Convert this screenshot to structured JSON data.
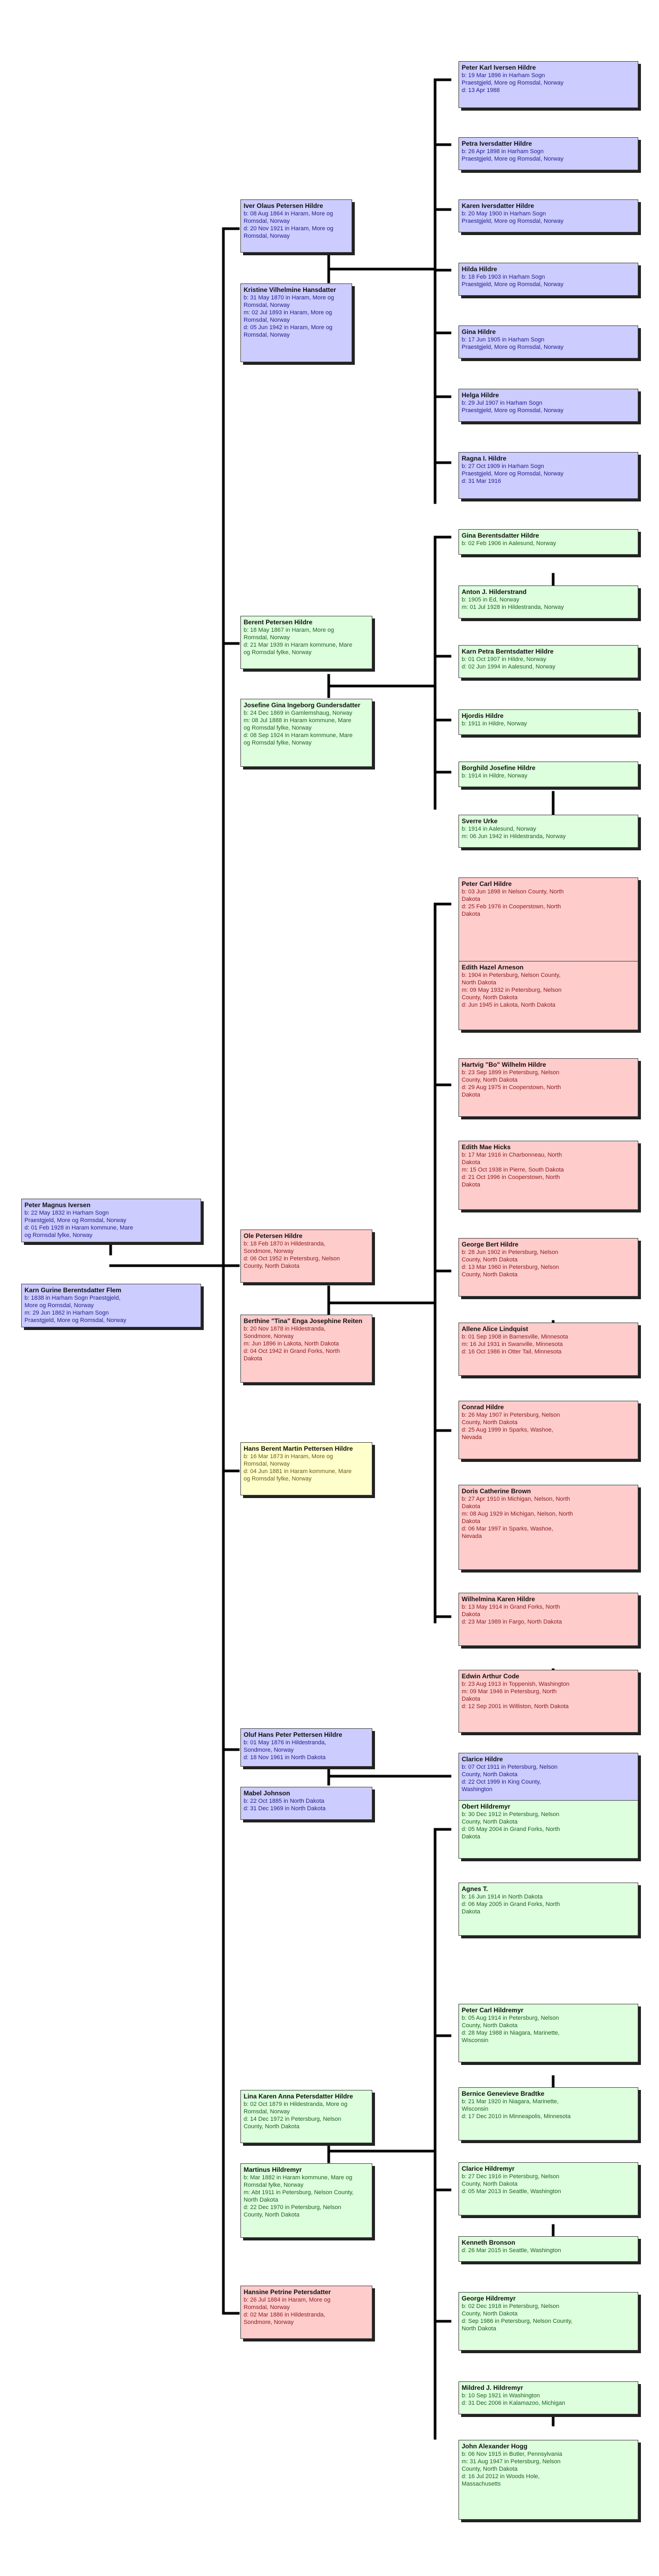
{
  "colors": {
    "blue": "#ccccff",
    "green": "#ddffdd",
    "red": "#ffcccc",
    "yellow": "#ffffcc",
    "line": "#000000"
  },
  "people": [
    {
      "id": "p-peter-magnus",
      "color": "blue",
      "name": "Peter Magnus Iversen",
      "lines": [
        "b: 22 May 1832 in Harham Sogn",
        "Praestgjeld, More og Romsdal, Norway",
        "d: 01 Feb 1928 in Haram kommune, Mare",
        "og Romsdal fylke, Norway"
      ]
    },
    {
      "id": "p-karn-gurine",
      "color": "blue",
      "name": "Karn Gurine Berentsdatter Flem",
      "lines": [
        "b: 1838 in Harham Sogn Praestgjeld,",
        "More og Romsdal, Norway",
        "m: 29 Jun 1862 in Harham Sogn",
        "Praestgjeld, More og Romsdal, Norway"
      ]
    },
    {
      "id": "p-iver-olaus",
      "color": "blue",
      "name": "Iver Olaus Petersen Hildre",
      "lines": [
        "b: 08 Aug 1864 in Haram, More og",
        "Romsdal, Norway",
        "d: 20 Nov 1921 in Haram, More og",
        "Romsdal, Norway"
      ]
    },
    {
      "id": "p-kristine-vilhelmine",
      "color": "blue",
      "name": "Kristine Vilhelmine Hansdatter",
      "lines": [
        "b: 31 May 1870 in Haram, More og",
        "Romsdal, Norway",
        "m: 02 Jul 1893 in Haram, More og",
        "Romsdal, Norway",
        "d: 05 Jun 1942 in Haram, More og",
        "Romsdal, Norway"
      ]
    },
    {
      "id": "p-peter-karl",
      "color": "blue",
      "name": "Peter Karl Iversen Hildre",
      "lines": [
        "b: 19 Mar 1896 in Harham Sogn",
        "Praestgjeld, More og Romsdal, Norway",
        "d: 13 Apr 1988"
      ]
    },
    {
      "id": "p-petra",
      "color": "blue",
      "name": "Petra Iversdatter Hildre",
      "lines": [
        "b: 26 Apr 1898 in Harham Sogn",
        "Praestgjeld, More og Romsdal, Norway"
      ]
    },
    {
      "id": "p-karen-ivers",
      "color": "blue",
      "name": "Karen Iversdatter Hildre",
      "lines": [
        "b: 20 May 1900 in Harham Sogn",
        "Praestgjeld, More og Romsdal, Norway"
      ]
    },
    {
      "id": "p-hilda",
      "color": "blue",
      "name": "Hilda Hildre",
      "lines": [
        "b: 18 Feb 1903 in Harham Sogn",
        "Praestgjeld, More og Romsdal, Norway"
      ]
    },
    {
      "id": "p-gina",
      "color": "blue",
      "name": "Gina Hildre",
      "lines": [
        "b: 17 Jun 1905 in Harham Sogn",
        "Praestgjeld, More og Romsdal, Norway"
      ]
    },
    {
      "id": "p-helga",
      "color": "blue",
      "name": "Helga Hildre",
      "lines": [
        "b: 29 Jul 1907 in Harham Sogn",
        "Praestgjeld, More og Romsdal, Norway"
      ]
    },
    {
      "id": "p-ragna",
      "color": "blue",
      "name": "Ragna I. Hildre",
      "lines": [
        "b: 27 Oct 1909 in Harham Sogn",
        "Praestgjeld, More og Romsdal, Norway",
        "d: 31 Mar 1916"
      ]
    },
    {
      "id": "p-berent",
      "color": "green",
      "name": "Berent Petersen Hildre",
      "lines": [
        "b: 18 May 1867 in Haram, More og",
        "Romsdal, Norway",
        "d: 21 Mar 1939 in Haram kommune, Mare",
        "og Romsdal fylke, Norway"
      ]
    },
    {
      "id": "p-josefine-gina",
      "color": "green",
      "name": "Josefine Gina Ingeborg Gundersdatter",
      "lines": [
        "b: 24 Dec 1869 in Gamlemshaug, Norway",
        "m: 08 Jul 1888 in Haram kommune, Mare",
        "og Romsdal fylke, Norway",
        "d: 08 Sep 1924 in Haram kommune, Mare",
        "og Romsdal fylke, Norway"
      ]
    },
    {
      "id": "p-gina-berent",
      "color": "green",
      "name": "Gina Berentsdatter Hildre",
      "lines": [
        "b: 02 Feb 1906 in Aalesund, Norway"
      ]
    },
    {
      "id": "p-anton",
      "color": "green",
      "name": "Anton J. Hilderstrand",
      "lines": [
        "b: 1905 in Ed, Norway",
        "m: 01 Jul 1928 in Hildestranda, Norway"
      ]
    },
    {
      "id": "p-karn-petra",
      "color": "green",
      "name": "Karn Petra Berntsdatter Hildre",
      "lines": [
        "b: 01 Oct 1907 in Hildre, Norway",
        "d: 02 Jun 1994 in Aalesund, Norway"
      ]
    },
    {
      "id": "p-hjordis",
      "color": "green",
      "name": "Hjordis Hildre",
      "lines": [
        "b: 1911 in Hildre, Norway"
      ]
    },
    {
      "id": "p-borghild",
      "color": "green",
      "name": "Borghild Josefine Hildre",
      "lines": [
        "b: 1914 in Hildre, Norway"
      ]
    },
    {
      "id": "p-sverre",
      "color": "green",
      "name": "Sverre Urke",
      "lines": [
        "b: 1914 in Aalesund, Norway",
        "m: 06 Jun 1942 in Hildestranda, Norway"
      ]
    },
    {
      "id": "p-ole",
      "color": "red",
      "name": "Ole Petersen Hildre",
      "lines": [
        "b: 18 Feb 1870 in Hildestranda,",
        "Sondmore, Norway",
        "d: 06 Oct 1952 in Petersburg, Nelson",
        "County, North Dakota"
      ]
    },
    {
      "id": "p-berthine",
      "color": "red",
      "name": "Berthine \"Tina\" Enga Josephine Reiten",
      "lines": [
        "b: 20 Nov 1878 in Hildestranda,",
        "Sondmore, Norway",
        "m: Jun 1896 in Lakota, North Dakota",
        "d: 04 Oct 1942 in Grand Forks, North",
        "Dakota"
      ]
    },
    {
      "id": "p-peter-carl",
      "color": "red",
      "name": "Peter Carl Hildre",
      "lines": [
        "b: 03 Jun 1898 in Nelson County, North",
        "Dakota",
        "d: 25 Feb 1976 in Cooperstown, North",
        "Dakota"
      ]
    },
    {
      "id": "p-edith-hazel",
      "color": "red",
      "name": "Edith Hazel Arneson",
      "lines": [
        "b: 1904 in Petersburg, Nelson County,",
        "North Dakota",
        "m: 09 May 1932 in Petersburg, Nelson",
        "County, North Dakota",
        "d: Jun 1945 in Lakota, North Dakota"
      ]
    },
    {
      "id": "p-hartvig",
      "color": "red",
      "name": "Hartvig \"Bo\" Wilhelm Hildre",
      "lines": [
        "b: 23 Sep 1899 in Petersburg, Nelson",
        "County, North Dakota",
        "d: 29 Aug 1975 in Cooperstown, North",
        "Dakota"
      ]
    },
    {
      "id": "p-edith-mae",
      "color": "red",
      "name": "Edith Mae Hicks",
      "lines": [
        "b: 17 Mar 1916 in Charbonneau, North",
        "Dakota",
        "m: 15 Oct 1938 in Pierre, South Dakota",
        "d: 21 Oct 1996 in Cooperstown, North",
        "Dakota"
      ]
    },
    {
      "id": "p-george-bert",
      "color": "red",
      "name": "George Bert Hildre",
      "lines": [
        "b: 28 Jun 1902 in Petersburg, Nelson",
        "County, North Dakota",
        "d: 13 Mar 1960 in Petersburg, Nelson",
        "County, North Dakota"
      ]
    },
    {
      "id": "p-allene",
      "color": "red",
      "name": "Allene Alice Lindquist",
      "lines": [
        "b: 01 Sep 1908 in Barnesville, Minnesota",
        "m: 16 Jul 1931 in Swanville, Minnesota",
        "d: 16 Oct 1986 in Otter Tail, Minnesota"
      ]
    },
    {
      "id": "p-conrad",
      "color": "red",
      "name": "Conrad Hildre",
      "lines": [
        "b: 26 May 1907 in Petersburg, Nelson",
        "County, North Dakota",
        "d: 25 Aug 1999 in Sparks, Washoe,",
        "Nevada"
      ]
    },
    {
      "id": "p-doris",
      "color": "red",
      "name": "Doris Catherine Brown",
      "lines": [
        "b: 27 Apr 1910 in Michigan, Nelson, North",
        "Dakota",
        "m: 08 Aug 1929 in Michigan, Nelson, North",
        "Dakota",
        "d: 06 Mar 1997 in Sparks, Washoe,",
        "Nevada"
      ]
    },
    {
      "id": "p-wilhelmina",
      "color": "red",
      "name": "Wilhelmina Karen Hildre",
      "lines": [
        "b: 13 May 1914 in Grand Forks, North",
        "Dakota",
        "d: 23 Mar 1989 in Fargo, North Dakota"
      ]
    },
    {
      "id": "p-edwin",
      "color": "red",
      "name": "Edwin Arthur Code",
      "lines": [
        "b: 23 Aug 1913 in Toppenish, Washington",
        "m: 09 Mar 1946 in Petersburg, North",
        "Dakota",
        "d: 12 Sep 2001 in Williston, North Dakota"
      ]
    },
    {
      "id": "p-hans-berent",
      "color": "yellow",
      "name": "Hans Berent Martin Pettersen Hildre",
      "lines": [
        "b: 16 Mar 1873 in Haram, More og",
        "Romsdal, Norway",
        "d: 04 Jun 1881 in Haram kommune, Mare",
        "og Romsdal fylke, Norway"
      ]
    },
    {
      "id": "p-oluf",
      "color": "blue",
      "name": "Oluf Hans Peter Pettersen Hildre",
      "lines": [
        "b: 01 May 1876 in Hildestranda,",
        "Sondmore, Norway",
        "d: 18 Nov 1961 in North Dakota"
      ]
    },
    {
      "id": "p-mabel",
      "color": "blue",
      "name": "Mabel Johnson",
      "lines": [
        "b: 22 Oct 1885 in North Dakota",
        "d: 31 Dec 1969 in North Dakota"
      ]
    },
    {
      "id": "p-clarice-hildre",
      "color": "blue",
      "name": "Clarice Hildre",
      "lines": [
        "b: 07 Oct 1911 in Petersburg, Nelson",
        "County, North Dakota",
        "d: 22 Oct 1999 in King County,",
        "Washington"
      ]
    },
    {
      "id": "p-lina-karen",
      "color": "green",
      "name": "Lina Karen Anna Petersdatter Hildre",
      "lines": [
        "b: 02 Oct 1879 in Hildestranda, More og",
        "Romsdal, Norway",
        "d: 14 Dec 1972 in Petersburg, Nelson",
        "County, North Dakota"
      ]
    },
    {
      "id": "p-martinus",
      "color": "green",
      "name": "Martinus Hildremyr",
      "lines": [
        "b: Mar 1882 in Haram kommune, Mare og",
        "Romsdal fylke, Norway",
        "m: Abt 1911 in Petersburg, Nelson County,",
        "North Dakota",
        "d: 22 Dec 1970 in Petersburg, Nelson",
        "County, North Dakota"
      ]
    },
    {
      "id": "p-obert",
      "color": "green",
      "name": "Obert Hildremyr",
      "lines": [
        "b: 30 Dec 1912 in Petersburg, Nelson",
        "County, North Dakota",
        "d: 05 May 2004 in Grand Forks, North",
        "Dakota"
      ]
    },
    {
      "id": "p-agnes",
      "color": "green",
      "name": "Agnes T.",
      "lines": [
        "b: 16 Jun 1914 in North Dakota",
        "d: 06 May 2005 in Grand Forks, North",
        "Dakota"
      ]
    },
    {
      "id": "p-peter-carl-hm",
      "color": "green",
      "name": "Peter Carl Hildremyr",
      "lines": [
        "b: 05 Aug 1914 in Petersburg, Nelson",
        "County, North Dakota",
        "d: 28 May 1988 in Niagara, Marinette,",
        "Wisconsin"
      ]
    },
    {
      "id": "p-bernice",
      "color": "green",
      "name": "Bernice Genevieve Bradtke",
      "lines": [
        "b: 21 Mar 1920 in Niagara, Marinette,",
        "Wisconsin",
        "d: 17 Dec 2010 in Minneapolis, Minnesota"
      ]
    },
    {
      "id": "p-clarice-hm",
      "color": "green",
      "name": "Clarice Hildremyr",
      "lines": [
        "b: 27 Dec 1916 in Petersburg, Nelson",
        "County, North Dakota",
        "d: 05 Mar 2013 in Seattle, Washington"
      ]
    },
    {
      "id": "p-kenneth",
      "color": "green",
      "name": "Kenneth Bronson",
      "lines": [
        "d: 26 Mar 2015 in Seattle, Washington"
      ]
    },
    {
      "id": "p-george-hm",
      "color": "green",
      "name": "George Hildremyr",
      "lines": [
        "b: 02 Dec 1918 in Petersburg, Nelson",
        "County, North Dakota",
        "d: Sep 1986 in Petersburg, Nelson County,",
        "North Dakota"
      ]
    },
    {
      "id": "p-mildred",
      "color": "green",
      "name": "Mildred J. Hildremyr",
      "lines": [
        "b: 10 Sep 1921 in Washington",
        "d: 31 Dec 2006 in Kalamazoo, Michigan"
      ]
    },
    {
      "id": "p-john-alexander",
      "color": "green",
      "name": "John Alexander Hogg",
      "lines": [
        "b: 06 Nov 1915 in Butler, Pennsylvania",
        "m: 31 Aug 1947 in Petersburg, Nelson",
        "County, North Dakota",
        "d: 16 Jul 2012 in Woods Hole,",
        "Massachusetts"
      ]
    },
    {
      "id": "p-hansine",
      "color": "red",
      "name": "Hansine Petrine Petersdatter",
      "lines": [
        "b: 26 Jul 1884 in Haram, More og",
        "Romsdal, Norway",
        "d: 02 Mar 1886 in Hildestranda,",
        "Sondmore, Norway"
      ]
    }
  ]
}
